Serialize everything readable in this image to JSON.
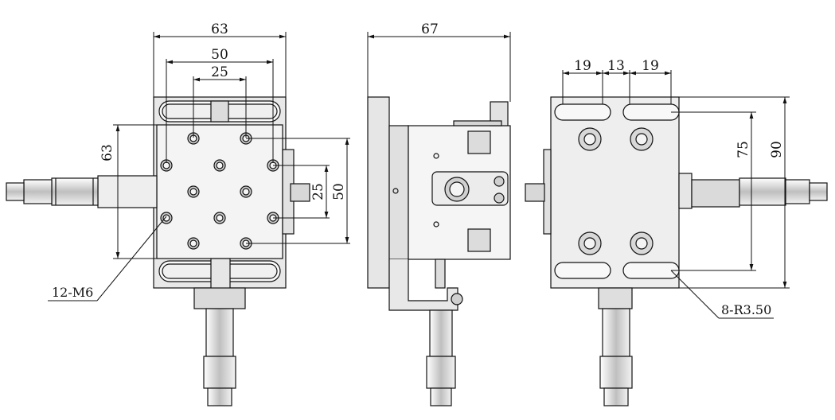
{
  "dims": {
    "d63_top": "63",
    "d50_top": "50",
    "d25_top": "25",
    "d63_left": "63",
    "d25_right": "25",
    "d50_right": "50",
    "d67": "67",
    "d19_a": "19",
    "d13": "13",
    "d19_b": "19",
    "d75": "75",
    "d90": "90"
  },
  "labels": {
    "holes": "12-M6",
    "slots": "8-R3.50"
  }
}
